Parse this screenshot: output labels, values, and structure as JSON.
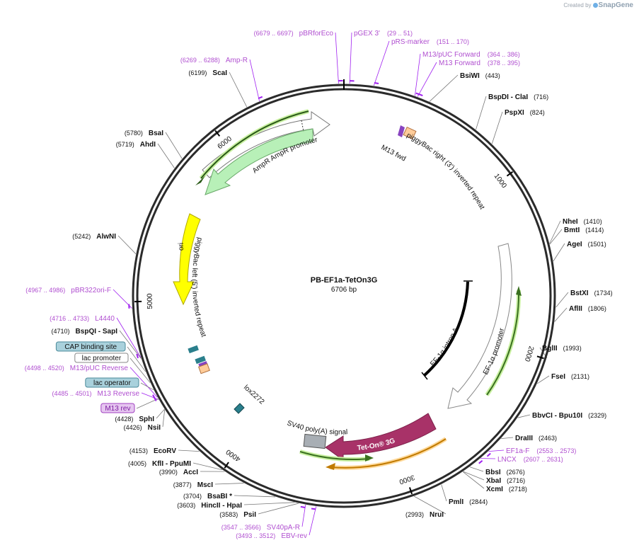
{
  "branding": {
    "prefix": "Created by",
    "name": "SnapGene"
  },
  "plasmid": {
    "name": "PB-EF1a-TetOn3G",
    "length_label": "6706 bp",
    "length": 6706
  },
  "colors": {
    "backbone": "#2b2b2b",
    "enzyme_text": "#111111",
    "primer_text": "#b04fd0",
    "primer_mark": "#a020f0",
    "ampr": "#b8f0b8",
    "ori": "#ffff00",
    "teton": "#a83268",
    "sv40": "#a8aeb4",
    "cap": "#a9d1dc",
    "lac_operator": "#a9d1dc",
    "m13rev": "#e6c6f0",
    "lox": "#2a7f8c",
    "peach": "#ffcc99"
  },
  "ticks": [
    {
      "pos": 1000,
      "label": "1000"
    },
    {
      "pos": 2000,
      "label": "2000"
    },
    {
      "pos": 3000,
      "label": "3000"
    },
    {
      "pos": 4000,
      "label": "4000"
    },
    {
      "pos": 5000,
      "label": "5000"
    },
    {
      "pos": 6000,
      "label": "6000"
    }
  ],
  "enzymes": [
    {
      "pos": 443,
      "anchor": "start",
      "name": "BsiWI",
      "num": "(443)"
    },
    {
      "pos": 716,
      "anchor": "start",
      "name": "BspDI   -  ClaI",
      "num": "(716)"
    },
    {
      "pos": 824,
      "anchor": "start",
      "name": "PspXI",
      "num": "(824)"
    },
    {
      "pos": 1410,
      "anchor": "start",
      "name": "NheI",
      "num": "(1410)"
    },
    {
      "pos": 1414,
      "anchor": "start",
      "name": "BmtI",
      "num": "(1414)"
    },
    {
      "pos": 1501,
      "anchor": "start",
      "name": "AgeI",
      "num": "(1501)"
    },
    {
      "pos": 1734,
      "anchor": "start",
      "name": "BstXI",
      "num": "(1734)"
    },
    {
      "pos": 1806,
      "anchor": "start",
      "name": "AflII",
      "num": "(1806)"
    },
    {
      "pos": 1993,
      "anchor": "start",
      "name": "BglII",
      "num": "(1993)"
    },
    {
      "pos": 2131,
      "anchor": "start",
      "name": "FseI",
      "num": "(2131)"
    },
    {
      "pos": 2329,
      "anchor": "start",
      "name": "BbvCI   -  Bpu10I",
      "num": "(2329)"
    },
    {
      "pos": 2463,
      "anchor": "start",
      "name": "DraIII",
      "num": "(2463)"
    },
    {
      "pos": 2676,
      "anchor": "start",
      "name": "BbsI",
      "num": "(2676)"
    },
    {
      "pos": 2716,
      "anchor": "start",
      "name": "XbaI",
      "num": "(2716)"
    },
    {
      "pos": 2718,
      "anchor": "start",
      "name": "XcmI",
      "num": "(2718)"
    },
    {
      "pos": 2844,
      "anchor": "start",
      "name": "PmlI",
      "num": "(2844)"
    },
    {
      "pos": 2993,
      "anchor": "end",
      "name": "NruI",
      "num": "(2993)"
    },
    {
      "pos": 3583,
      "anchor": "end",
      "name": "PsiI",
      "num": "(3583)"
    },
    {
      "pos": 3603,
      "anchor": "end",
      "name": "HincII   -  HpaI",
      "num": "(3603)"
    },
    {
      "pos": 3704,
      "anchor": "end",
      "name": "BsaBI  *",
      "num": "(3704)"
    },
    {
      "pos": 3877,
      "anchor": "end",
      "name": "MscI",
      "num": "(3877)"
    },
    {
      "pos": 3990,
      "anchor": "end",
      "name": "AccI",
      "num": "(3990)"
    },
    {
      "pos": 4005,
      "anchor": "end",
      "name": "KflI   -  PpuMI",
      "num": "(4005)"
    },
    {
      "pos": 4153,
      "anchor": "end",
      "name": "EcoRV",
      "num": "(4153)"
    },
    {
      "pos": 4426,
      "anchor": "end",
      "name": "NsiI",
      "num": "(4426)"
    },
    {
      "pos": 4428,
      "anchor": "end",
      "name": "SphI",
      "num": "(4428)"
    },
    {
      "pos": 4710,
      "anchor": "end",
      "name": "BspQI   -  SapI",
      "num": "(4710)"
    },
    {
      "pos": 5242,
      "anchor": "end",
      "name": "AlwNI",
      "num": "(5242)"
    },
    {
      "pos": 5719,
      "anchor": "end",
      "name": "AhdI",
      "num": "(5719)"
    },
    {
      "pos": 5780,
      "anchor": "end",
      "name": "BsaI",
      "num": "(5780)"
    },
    {
      "pos": 6199,
      "anchor": "end",
      "name": "ScaI",
      "num": "(6199)"
    }
  ],
  "primers": [
    {
      "pos": 6679,
      "anchor": "end",
      "name": "pBRforEco",
      "num": "(6679 .. 6697)"
    },
    {
      "pos": 29,
      "anchor": "start",
      "name": "pGEX 3'",
      "num": "(29 .. 51)"
    },
    {
      "pos": 151,
      "anchor": "start",
      "name": "pRS-marker",
      "num": "(151 .. 170)"
    },
    {
      "pos": 364,
      "anchor": "start",
      "name": "M13/pUC Forward",
      "num": "(364 .. 386)"
    },
    {
      "pos": 378,
      "anchor": "start",
      "name": "M13 Forward",
      "num": "(378 .. 395)"
    },
    {
      "pos": 6269,
      "anchor": "end",
      "name": "Amp-R",
      "num": "(6269 .. 6288)"
    },
    {
      "pos": 2553,
      "anchor": "start",
      "name": "EF1a-F",
      "num": "(2553 .. 2573)"
    },
    {
      "pos": 2607,
      "anchor": "start",
      "name": "LNCX",
      "num": "(2607 .. 2631)"
    },
    {
      "pos": 3547,
      "anchor": "end",
      "name": "SV40pA-R",
      "num": "(3547 .. 3566)"
    },
    {
      "pos": 3493,
      "anchor": "end",
      "name": "EBV-rev",
      "num": "(3493 .. 3512)"
    },
    {
      "pos": 4967,
      "anchor": "end",
      "name": "pBR322ori-F",
      "num": "(4967 .. 4986)"
    },
    {
      "pos": 4716,
      "anchor": "end",
      "name": "L4440",
      "num": "(4716 .. 4733)"
    },
    {
      "pos": 4498,
      "anchor": "end",
      "name": "M13/pUC Reverse",
      "num": "(4498 .. 4520)"
    },
    {
      "pos": 4485,
      "anchor": "end",
      "name": "M13 Reverse",
      "num": "(4485 .. 4501)"
    }
  ],
  "boxed_features": [
    {
      "pos": 4640,
      "name": "CAP binding site",
      "style": "cap"
    },
    {
      "pos": 4580,
      "name": "lac promoter",
      "style": "plain"
    },
    {
      "pos": 4540,
      "name": "lac operator",
      "style": "cap"
    },
    {
      "pos": 4490,
      "name": "M13 rev",
      "style": "m13rev"
    }
  ],
  "features": {
    "ampr_label": "AmpR",
    "ampr_promoter_label": "AmpR promoter",
    "ori_label": "ori",
    "piggybac_left_label": "piggyBac left (5') inverted repeat",
    "piggybac_right_label": "piggyBac right (3') inverted repeat",
    "m13_fwd_label": "M13 fwd",
    "ef1a_promoter_label": "EF-1α promoter",
    "ef1a_intron_label": "EF-1α intron A",
    "teton_label": "Tet-On® 3G",
    "sv40_label": "SV40 poly(A) signal",
    "lox_label": "lox2272"
  }
}
